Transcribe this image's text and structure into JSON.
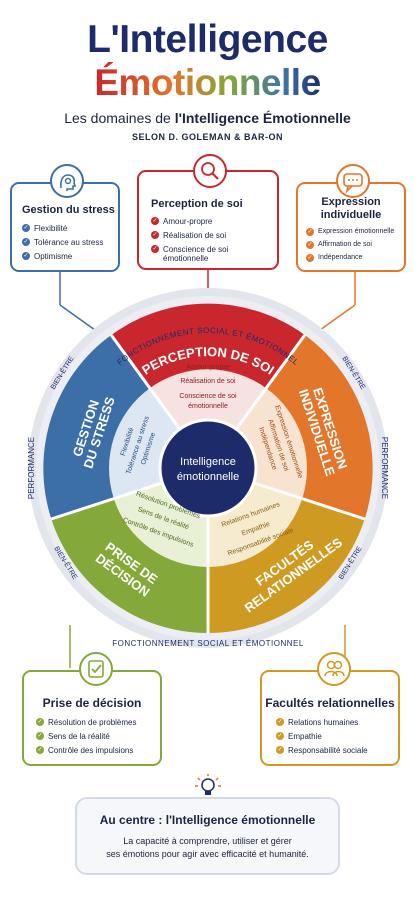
{
  "header": {
    "title_line1": "L'Intelligence",
    "title_line2": "Émotionnelle",
    "subtitle_prefix": "Les domaines de ",
    "subtitle_bold": "l'Intelligence Émotionnelle",
    "subtitle2": "SELON D. GOLEMAN & BAR-ON"
  },
  "colors": {
    "navy": "#1d2b6b",
    "red": "#c9272d",
    "blue": "#3c6fa8",
    "orange": "#e2762a",
    "green": "#84a83a",
    "gold": "#cf9a22",
    "ring": "#e3e5ec"
  },
  "cards": {
    "stress": {
      "title": "Gestion du stress",
      "icon": "head-gear-icon",
      "items": [
        "Flexibilité",
        "Tolérance au stress",
        "Optimisme"
      ]
    },
    "perception": {
      "title": "Perception de soi",
      "icon": "magnifier-person-icon",
      "items": [
        "Amour-propre",
        "Réalisation de soi",
        "Conscience de soi émotionnelle"
      ]
    },
    "expression": {
      "title": "Expression individuelle",
      "icon": "speech-bubble-icon",
      "items": [
        "Expression émotionnelle",
        "Affirmation de soi",
        "Indépendance"
      ]
    },
    "decision": {
      "title": "Prise de décision",
      "icon": "checklist-icon",
      "items": [
        "Résolution de problèmes",
        "Sens de la réalité",
        "Contrôle des impulsions"
      ]
    },
    "relations": {
      "title": "Facultés relationnelles",
      "icon": "people-icon",
      "items": [
        "Relations humaines",
        "Empathie",
        "Responsabilité sociale"
      ]
    }
  },
  "wheel": {
    "center_line1": "Intelligence",
    "center_line2": "émotionnelle",
    "ring_top": "FONCTIONNEMENT SOCIAL ET ÉMOTIONNEL",
    "ring_bottom": "FONCTIONNEMENT SOCIAL ET ÉMOTIONNEL",
    "ring_left": "PERFORMANCE",
    "ring_right": "PERFORMANCE",
    "ring_bienetre": "BIEN-ÊTRE",
    "segments": {
      "perception": {
        "label": "PERCEPTION DE SOI",
        "items": [
          "Amour-propre",
          "Réalisation de soi",
          "Conscience de soi",
          "émotionnelle"
        ]
      },
      "expression": {
        "label1": "EXPRESSION",
        "label2": "INDIVIDUELLE",
        "items": [
          "Expression émotionnelle",
          "Affirmation de soi",
          "Indépendance"
        ]
      },
      "relations": {
        "label1": "FACULTÉS",
        "label2": "RELATIONNELLES",
        "items": [
          "Relations humaines",
          "Empathie",
          "Responsabilité sociale"
        ]
      },
      "decision": {
        "label1": "PRISE DE",
        "label2": "DÉCISION",
        "items": [
          "Résolution problèmes",
          "Sens de la réalité",
          "Contrôle des impulsions"
        ]
      },
      "stress": {
        "label1": "GESTION",
        "label2": "DU STRESS",
        "items": [
          "Flexibilité",
          "Tolérance au stress",
          "Optimisme"
        ]
      }
    }
  },
  "center_note": {
    "icon": "lightbulb-icon",
    "heading": "Au centre : l'Intelligence émotionnelle",
    "body_line1": "La capacité à comprendre, utiliser et gérer",
    "body_line2": "ses émotions pour agir avec efficacité et humanité."
  }
}
